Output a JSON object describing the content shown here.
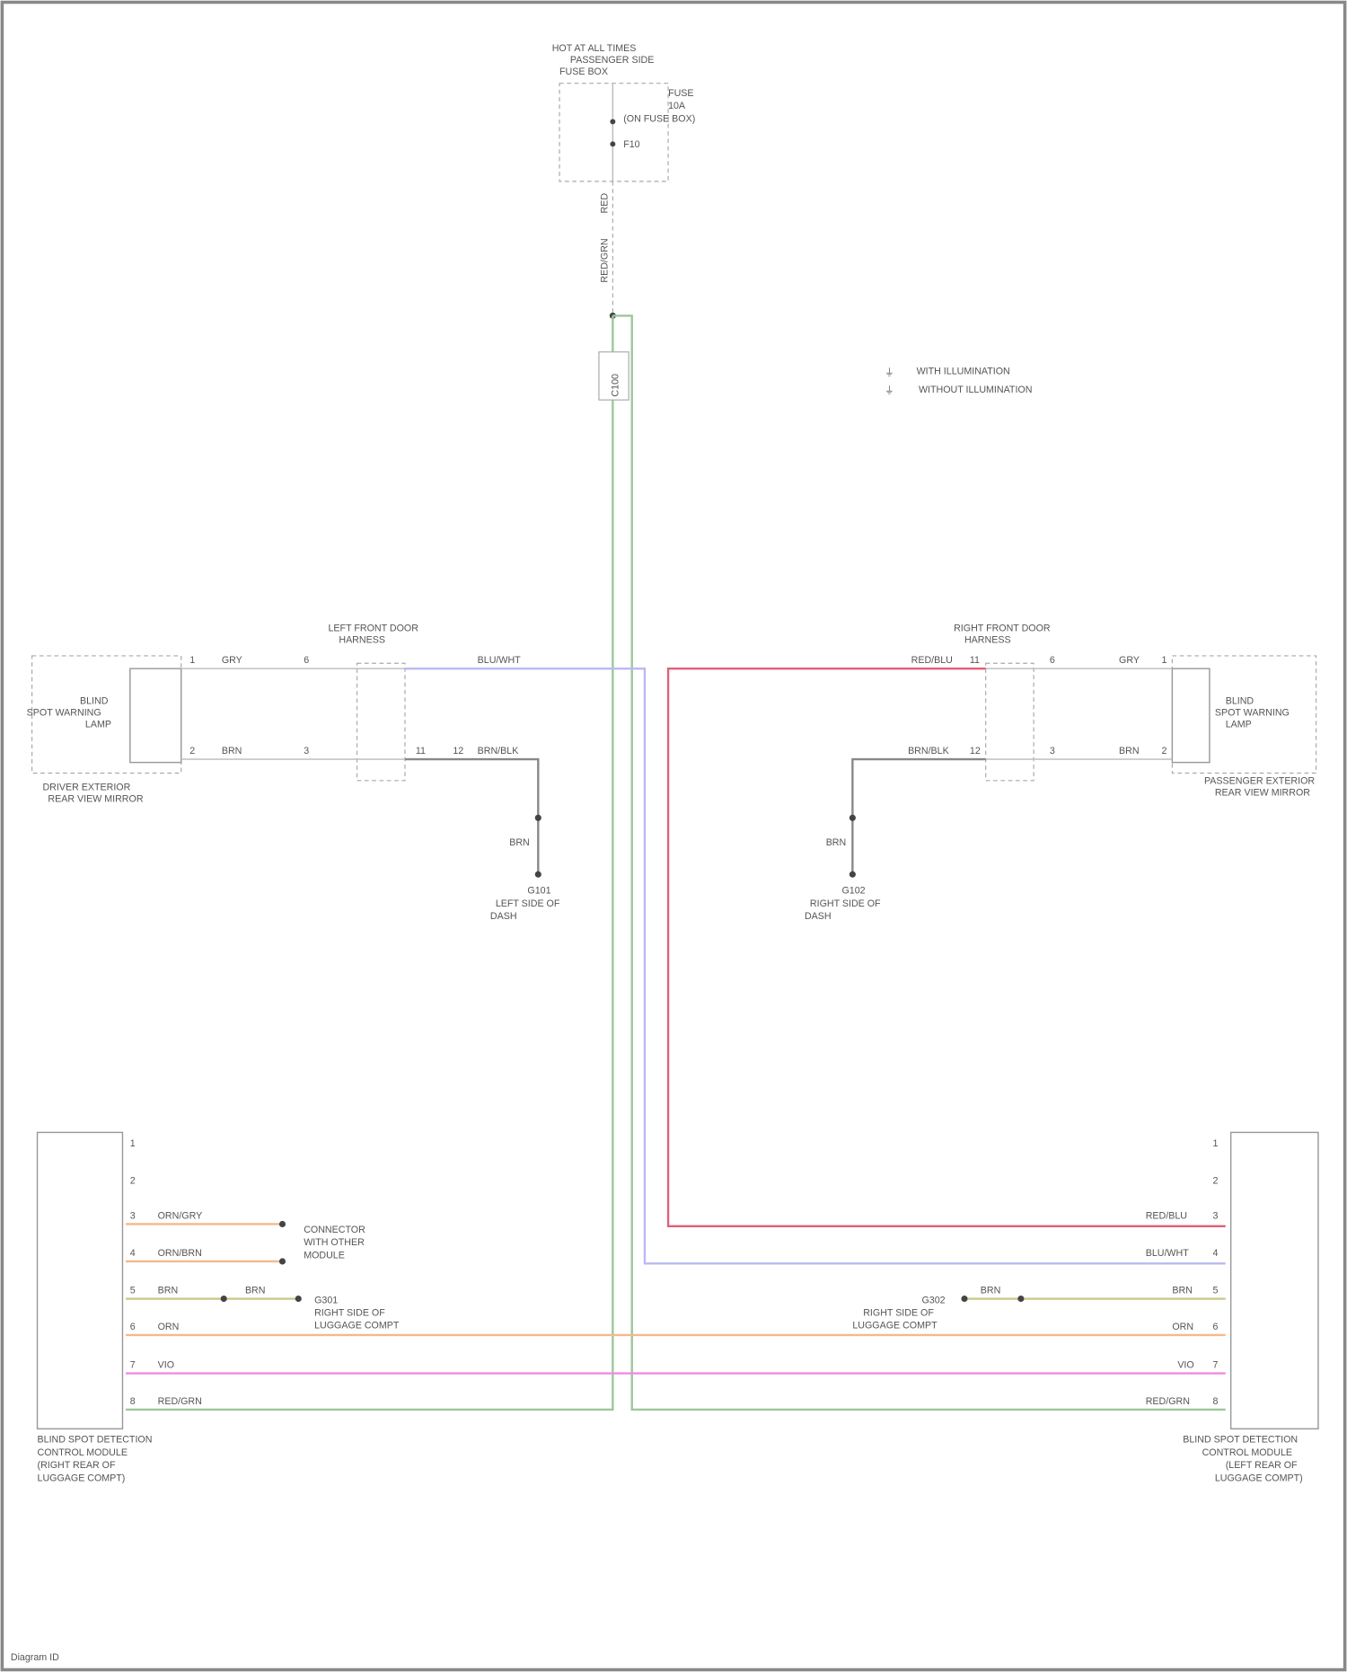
{
  "colors": {
    "green": "#9cc79a",
    "blue": "#b9b9f2",
    "red": "#e0607a",
    "orange": "#f5b98a",
    "magenta": "#f08be0",
    "olive": "#c9c98a",
    "gray": "#999999"
  },
  "fuse_box": {
    "title": [
      "HOT AT ALL TIMES",
      "PASSENGER SIDE",
      "FUSE BOX"
    ],
    "fuse_label": [
      "FUSE",
      "10A",
      "(ON FUSE BOX)"
    ],
    "fuse_id": "F10",
    "wire1": "RED",
    "wire2": "RED/GRN"
  },
  "connector_mid": "C100",
  "legend": {
    "items": [
      "WITH ILLUMINATION",
      "WITHOUT ILLUMINATION"
    ]
  },
  "left_lamp": {
    "inner": [
      "BLIND",
      "SPOT WARNING",
      "LAMP"
    ],
    "caption": [
      "DRIVER EXTERIOR",
      "REAR VIEW MIRROR"
    ],
    "connector_title": [
      "LEFT FRONT DOOR",
      "HARNESS"
    ],
    "wire_top": [
      "GRY",
      "BLU/WHT"
    ],
    "wire_bottom": [
      "BRN",
      "BRN/BLK"
    ],
    "pins": [
      "1",
      "2",
      "6",
      "3",
      "11",
      "12"
    ],
    "ground_wire": "BRN",
    "ground": [
      "G101",
      "LEFT SIDE OF",
      "DASH"
    ]
  },
  "right_lamp": {
    "inner": [
      "BLIND",
      "SPOT WARNING",
      "LAMP"
    ],
    "caption": [
      "PASSENGER EXTERIOR",
      "REAR VIEW MIRROR"
    ],
    "connector_title": [
      "RIGHT FRONT DOOR",
      "HARNESS"
    ],
    "wire_top": [
      "GRY",
      "RED/BLU"
    ],
    "wire_bottom": [
      "BRN",
      "BRN/BLK"
    ],
    "pins": [
      "1",
      "2",
      "6",
      "3",
      "11",
      "12"
    ],
    "ground_wire": "BRN",
    "ground": [
      "G102",
      "RIGHT SIDE OF",
      "DASH"
    ]
  },
  "left_module": {
    "caption": [
      "BLIND SPOT DETECTION",
      "CONTROL MODULE",
      "(RIGHT REAR OF",
      "LUGGAGE COMPT)"
    ],
    "pins": [
      "1",
      "2",
      "3",
      "4",
      "5",
      "6",
      "7",
      "8"
    ],
    "wires": [
      "ORN/GRY",
      "ORN/BRN",
      "BRN",
      "ORN",
      "VIO",
      "RED/GRN"
    ],
    "splice_wire": "BRN",
    "connector_note": [
      "CONNECTOR",
      "WITH OTHER",
      "MODULE"
    ],
    "ground": [
      "G301",
      "RIGHT SIDE OF",
      "LUGGAGE COMPT"
    ]
  },
  "right_module": {
    "caption": [
      "BLIND SPOT DETECTION",
      "CONTROL MODULE",
      "(LEFT REAR OF",
      "LUGGAGE COMPT)"
    ],
    "pins": [
      "1",
      "2",
      "3",
      "4",
      "5",
      "6",
      "7",
      "8"
    ],
    "wires": [
      "RED/BLU",
      "BLU/WHT",
      "BRN",
      "ORN",
      "VIO",
      "RED/GRN"
    ],
    "splice_wire": "BRN",
    "ground": [
      "G302",
      "RIGHT SIDE OF",
      "LUGGAGE COMPT"
    ]
  },
  "footer": "Diagram ID"
}
